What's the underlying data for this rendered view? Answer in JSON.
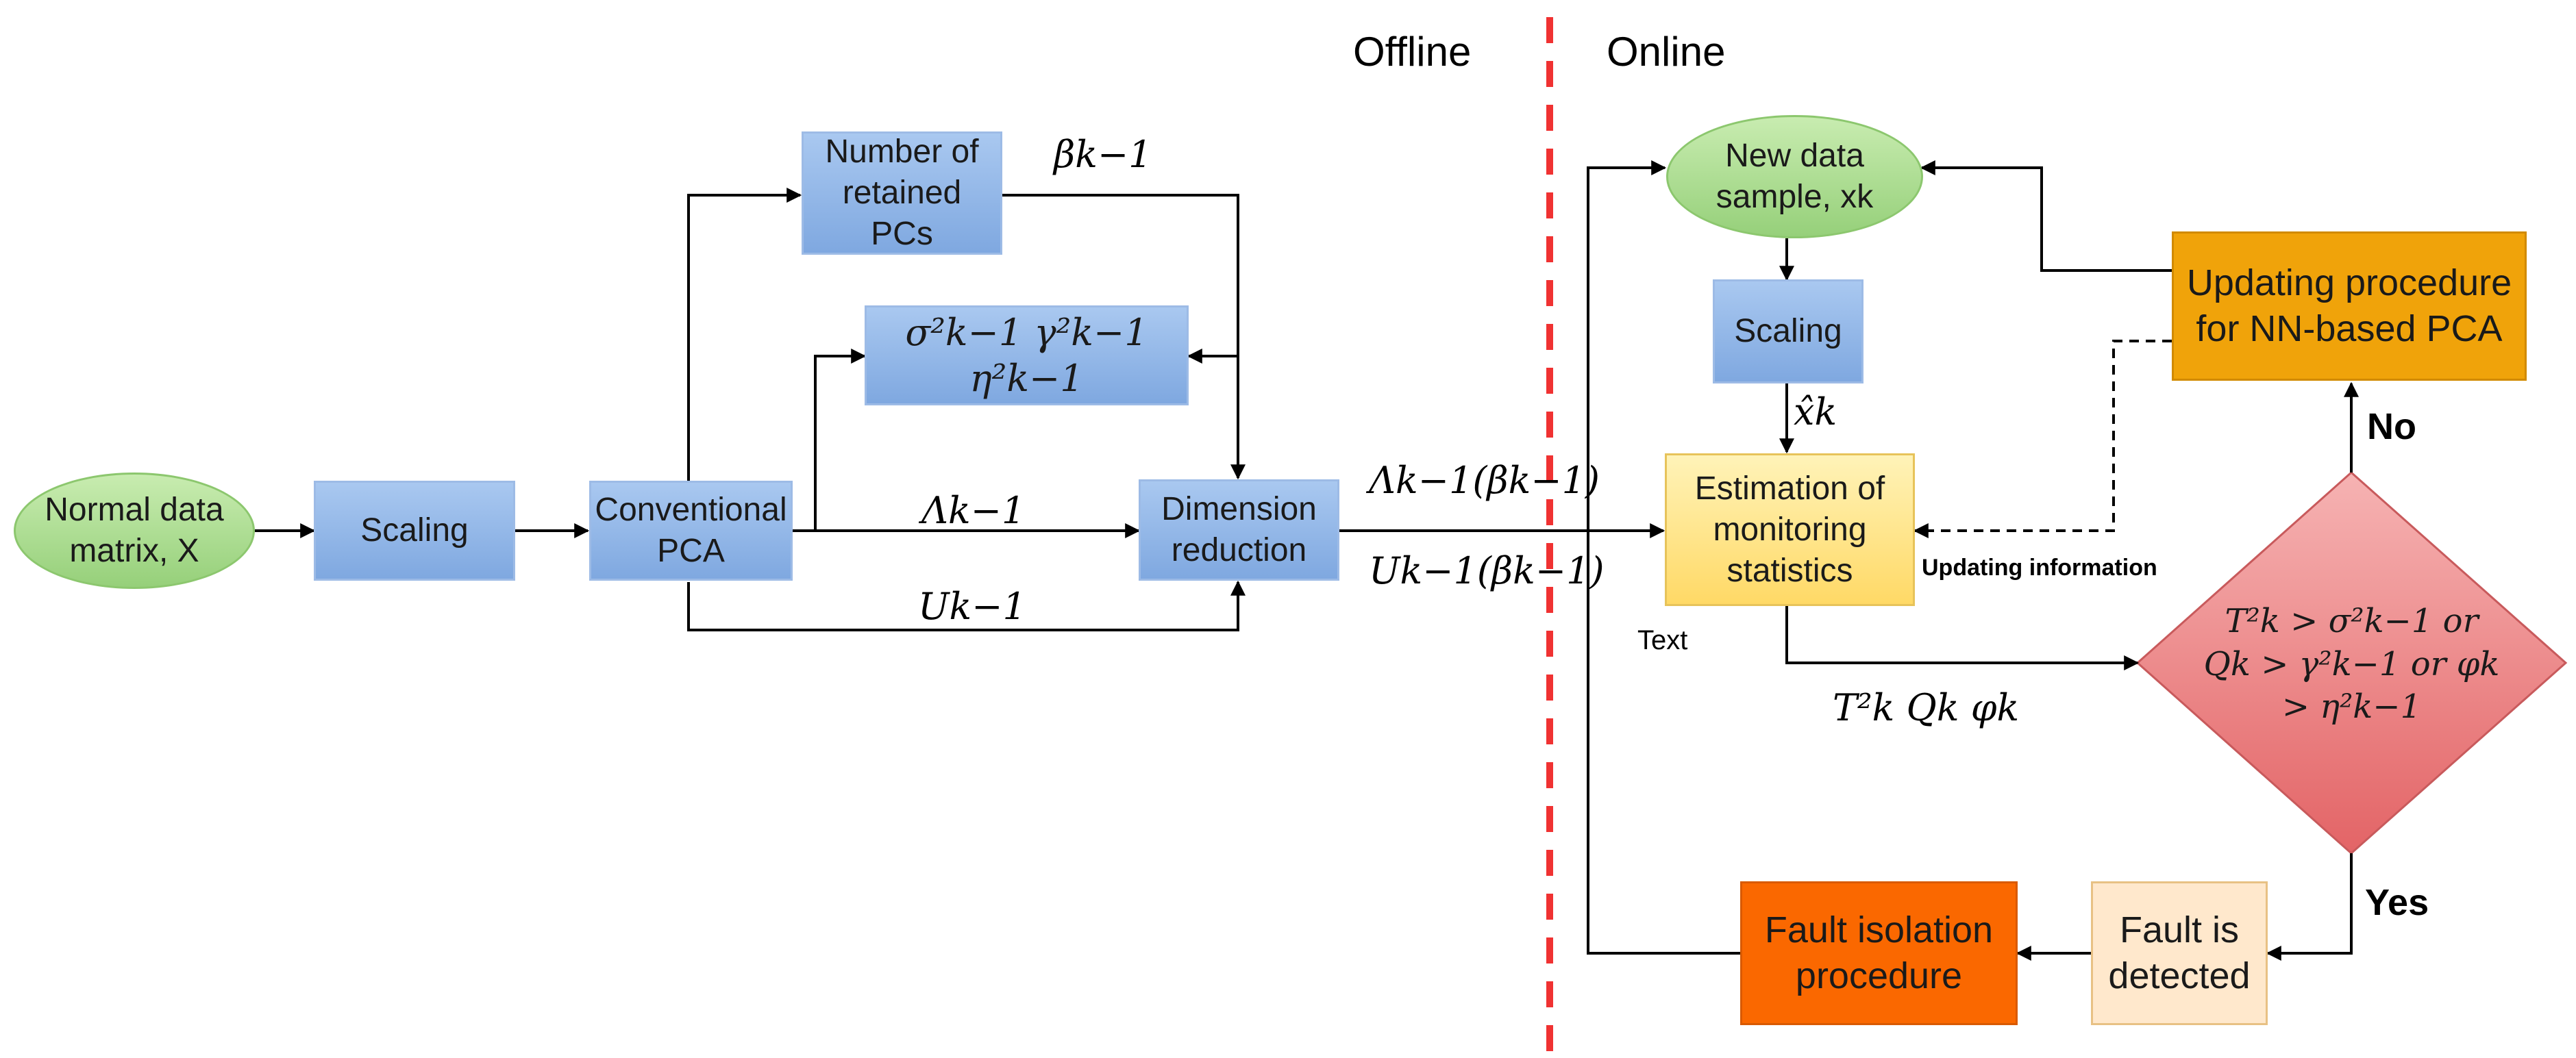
{
  "sections": {
    "offline": "Offline",
    "online": "Online"
  },
  "nodes": {
    "normal_data": "Normal data matrix, X",
    "scaling_offline": "Scaling",
    "conventional_pca": "Conventional PCA",
    "retained_pcs": "Number of retained PCs",
    "thresholds": "σ²k−1  γ²k−1  η²k−1",
    "dimension_reduction": "Dimension reduction",
    "new_sample": "New data sample, xk",
    "scaling_online": "Scaling",
    "estimation": "Estimation of monitoring statistics",
    "updating_procedure": "Updating procedure for NN-based PCA",
    "decision": "T²k > σ²k−1 or Qk > γ²k−1 or φk > η²k−1",
    "fault_detected": "Fault is detected",
    "fault_isolation": "Fault isolation procedure"
  },
  "edge_labels": {
    "beta": "βk−1",
    "lambda": "Λk−1",
    "u": "Uk−1",
    "lambda_beta": "Λk−1(βk−1)",
    "u_beta": "Uk−1(βk−1)",
    "x_hat": "x̂k",
    "stats": "T²k  Qk  φk",
    "updating_information": "Updating information",
    "text_note": "Text",
    "no": "No",
    "yes": "Yes"
  },
  "colors": {
    "divider": "#f03232",
    "blue_box": "#8fb4e8",
    "green_ellipse": "#a8dc8c",
    "yellow_box": "#ffe082",
    "orange_box": "#f0a30a",
    "dark_orange_box": "#fa6800",
    "peach_box": "#ffe8cc",
    "red_diamond": "#e8787a"
  }
}
